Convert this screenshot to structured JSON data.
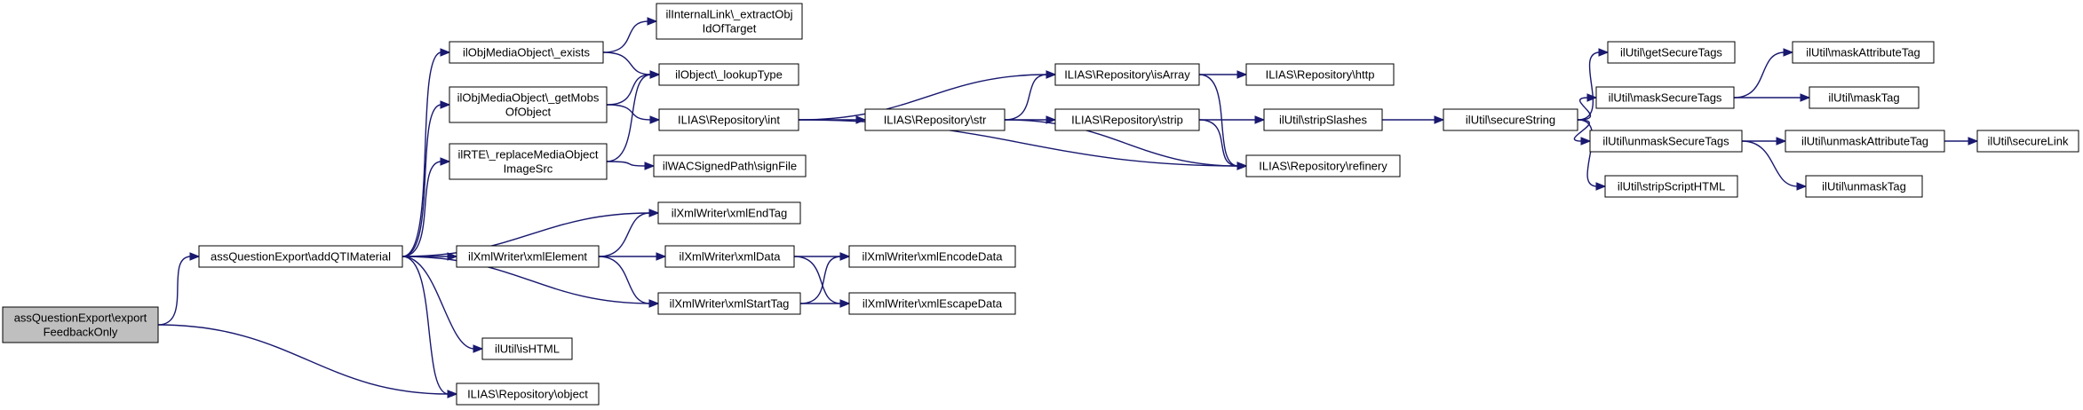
{
  "graph": {
    "root_node": "n_root",
    "colors": {
      "root_fill": "#bfbfbf",
      "node_fill": "#ffffff",
      "node_border": "#000000",
      "edge": "#191970"
    },
    "nodes": [
      {
        "id": "n_root",
        "lines": [
          "assQuestionExport\\export",
          "FeedbackOnly"
        ]
      },
      {
        "id": "n_addqti",
        "lines": [
          "assQuestionExport\\addQTIMaterial"
        ]
      },
      {
        "id": "n_exists",
        "lines": [
          "ilObjMediaObject\\_exists"
        ]
      },
      {
        "id": "n_getmobs",
        "lines": [
          "ilObjMediaObject\\_getMobs",
          "OfObject"
        ]
      },
      {
        "id": "n_rte",
        "lines": [
          "ilRTE\\_replaceMediaObject",
          "ImageSrc"
        ]
      },
      {
        "id": "n_xmlelement",
        "lines": [
          "ilXmlWriter\\xmlElement"
        ]
      },
      {
        "id": "n_ishtml",
        "lines": [
          "ilUtil\\isHTML"
        ]
      },
      {
        "id": "n_object",
        "lines": [
          "ILIAS\\Repository\\object"
        ]
      },
      {
        "id": "n_internallink",
        "lines": [
          "ilInternalLink\\_extractObj",
          "IdOfTarget"
        ]
      },
      {
        "id": "n_lookuptype",
        "lines": [
          "ilObject\\_lookupType"
        ]
      },
      {
        "id": "n_int",
        "lines": [
          "ILIAS\\Repository\\int"
        ]
      },
      {
        "id": "n_signfile",
        "lines": [
          "ilWACSignedPath\\signFile"
        ]
      },
      {
        "id": "n_endtag",
        "lines": [
          "ilXmlWriter\\xmlEndTag"
        ]
      },
      {
        "id": "n_xmldata",
        "lines": [
          "ilXmlWriter\\xmlData"
        ]
      },
      {
        "id": "n_starttag",
        "lines": [
          "ilXmlWriter\\xmlStartTag"
        ]
      },
      {
        "id": "n_str",
        "lines": [
          "ILIAS\\Repository\\str"
        ]
      },
      {
        "id": "n_encodedata",
        "lines": [
          "ilXmlWriter\\xmlEncodeData"
        ]
      },
      {
        "id": "n_escapedata",
        "lines": [
          "ilXmlWriter\\xmlEscapeData"
        ]
      },
      {
        "id": "n_isarray",
        "lines": [
          "ILIAS\\Repository\\isArray"
        ]
      },
      {
        "id": "n_strip",
        "lines": [
          "ILIAS\\Repository\\strip"
        ]
      },
      {
        "id": "n_http",
        "lines": [
          "ILIAS\\Repository\\http"
        ]
      },
      {
        "id": "n_refinery",
        "lines": [
          "ILIAS\\Repository\\refinery"
        ]
      },
      {
        "id": "n_stripslashes",
        "lines": [
          "ilUtil\\stripSlashes"
        ]
      },
      {
        "id": "n_securestring",
        "lines": [
          "ilUtil\\secureString"
        ]
      },
      {
        "id": "n_getsecuretags",
        "lines": [
          "ilUtil\\getSecureTags"
        ]
      },
      {
        "id": "n_masksecuretags",
        "lines": [
          "ilUtil\\maskSecureTags"
        ]
      },
      {
        "id": "n_unmasksecuretags",
        "lines": [
          "ilUtil\\unmaskSecureTags"
        ]
      },
      {
        "id": "n_stripscripthtml",
        "lines": [
          "ilUtil\\stripScriptHTML"
        ]
      },
      {
        "id": "n_maskattributetag",
        "lines": [
          "ilUtil\\maskAttributeTag"
        ]
      },
      {
        "id": "n_masktag",
        "lines": [
          "ilUtil\\maskTag"
        ]
      },
      {
        "id": "n_unmaskattributetag",
        "lines": [
          "ilUtil\\unmaskAttributeTag"
        ]
      },
      {
        "id": "n_unmasktag",
        "lines": [
          "ilUtil\\unmaskTag"
        ]
      },
      {
        "id": "n_securelink",
        "lines": [
          "ilUtil\\secureLink"
        ]
      }
    ],
    "edges": [
      {
        "from": "n_root",
        "to": "n_addqti"
      },
      {
        "from": "n_root",
        "to": "n_object"
      },
      {
        "from": "n_addqti",
        "to": "n_exists"
      },
      {
        "from": "n_addqti",
        "to": "n_getmobs"
      },
      {
        "from": "n_addqti",
        "to": "n_rte"
      },
      {
        "from": "n_addqti",
        "to": "n_endtag"
      },
      {
        "from": "n_addqti",
        "to": "n_xmlelement"
      },
      {
        "from": "n_addqti",
        "to": "n_starttag"
      },
      {
        "from": "n_addqti",
        "to": "n_ishtml"
      },
      {
        "from": "n_addqti",
        "to": "n_object"
      },
      {
        "from": "n_exists",
        "to": "n_internallink"
      },
      {
        "from": "n_exists",
        "to": "n_lookuptype"
      },
      {
        "from": "n_getmobs",
        "to": "n_lookuptype"
      },
      {
        "from": "n_getmobs",
        "to": "n_int"
      },
      {
        "from": "n_rte",
        "to": "n_lookuptype"
      },
      {
        "from": "n_rte",
        "to": "n_signfile"
      },
      {
        "from": "n_xmlelement",
        "to": "n_endtag"
      },
      {
        "from": "n_xmlelement",
        "to": "n_xmldata"
      },
      {
        "from": "n_xmlelement",
        "to": "n_starttag"
      },
      {
        "from": "n_int",
        "to": "n_isarray"
      },
      {
        "from": "n_int",
        "to": "n_str"
      },
      {
        "from": "n_int",
        "to": "n_refinery"
      },
      {
        "from": "n_str",
        "to": "n_isarray"
      },
      {
        "from": "n_str",
        "to": "n_strip"
      },
      {
        "from": "n_str",
        "to": "n_refinery"
      },
      {
        "from": "n_isarray",
        "to": "n_http"
      },
      {
        "from": "n_isarray",
        "to": "n_refinery"
      },
      {
        "from": "n_strip",
        "to": "n_stripslashes"
      },
      {
        "from": "n_strip",
        "to": "n_refinery"
      },
      {
        "from": "n_stripslashes",
        "to": "n_securestring"
      },
      {
        "from": "n_securestring",
        "to": "n_getsecuretags"
      },
      {
        "from": "n_securestring",
        "to": "n_masksecuretags"
      },
      {
        "from": "n_securestring",
        "to": "n_unmasksecuretags"
      },
      {
        "from": "n_securestring",
        "to": "n_stripscripthtml"
      },
      {
        "from": "n_masksecuretags",
        "to": "n_maskattributetag"
      },
      {
        "from": "n_masksecuretags",
        "to": "n_masktag"
      },
      {
        "from": "n_unmasksecuretags",
        "to": "n_unmaskattributetag"
      },
      {
        "from": "n_unmasksecuretags",
        "to": "n_unmasktag"
      },
      {
        "from": "n_unmaskattributetag",
        "to": "n_securelink"
      },
      {
        "from": "n_xmldata",
        "to": "n_encodedata"
      },
      {
        "from": "n_xmldata",
        "to": "n_escapedata"
      },
      {
        "from": "n_starttag",
        "to": "n_encodedata"
      },
      {
        "from": "n_starttag",
        "to": "n_escapedata"
      }
    ]
  }
}
